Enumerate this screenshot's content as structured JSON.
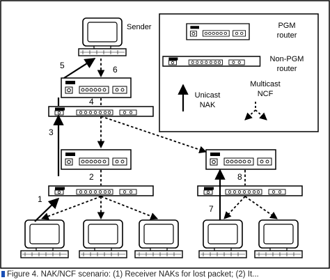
{
  "labels": {
    "sender": "Sender",
    "pgm_router": [
      "PGM",
      "router"
    ],
    "non_pgm_router": [
      "Non-PGM",
      "router"
    ],
    "unicast_nak": [
      "Unicast",
      "NAK"
    ],
    "multicast_ncf": [
      "Multicast",
      "NCF"
    ],
    "steps": [
      "1",
      "2",
      "3",
      "4",
      "5",
      "6",
      "7",
      "8"
    ]
  },
  "caption": "Figure 4. NAK/NCF scenario: (1) Receiver NAKs for lost packet; (2) It..."
}
